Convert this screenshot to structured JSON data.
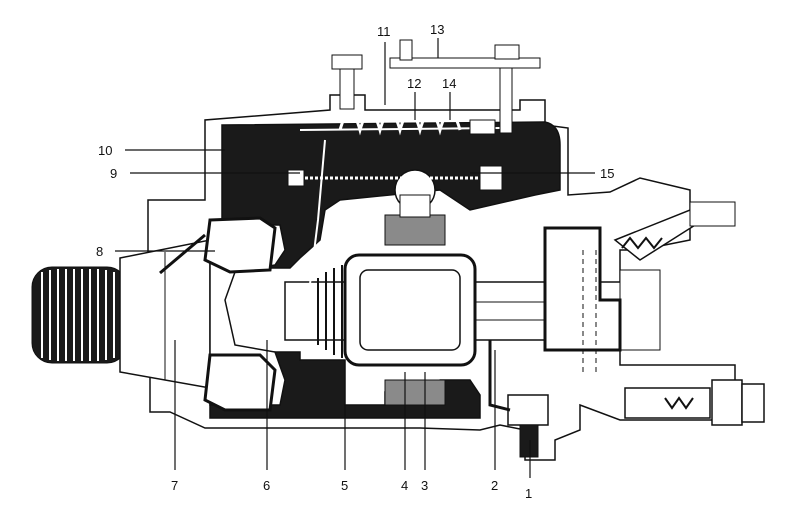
{
  "diagram": {
    "labels": [
      {
        "id": "1",
        "text": "1"
      },
      {
        "id": "2",
        "text": "2"
      },
      {
        "id": "3",
        "text": "3"
      },
      {
        "id": "4",
        "text": "4"
      },
      {
        "id": "5",
        "text": "5"
      },
      {
        "id": "6",
        "text": "6"
      },
      {
        "id": "7",
        "text": "7"
      },
      {
        "id": "8",
        "text": "8"
      },
      {
        "id": "9",
        "text": "9"
      },
      {
        "id": "10",
        "text": "10"
      },
      {
        "id": "11",
        "text": "11"
      },
      {
        "id": "12",
        "text": "12"
      },
      {
        "id": "13",
        "text": "13"
      },
      {
        "id": "14",
        "text": "14"
      },
      {
        "id": "15",
        "text": "15"
      }
    ],
    "colors": {
      "ink": "#111111",
      "fill": "#ffffff",
      "shade": "#1a1a1a",
      "gray": "#8a8a8a"
    }
  }
}
